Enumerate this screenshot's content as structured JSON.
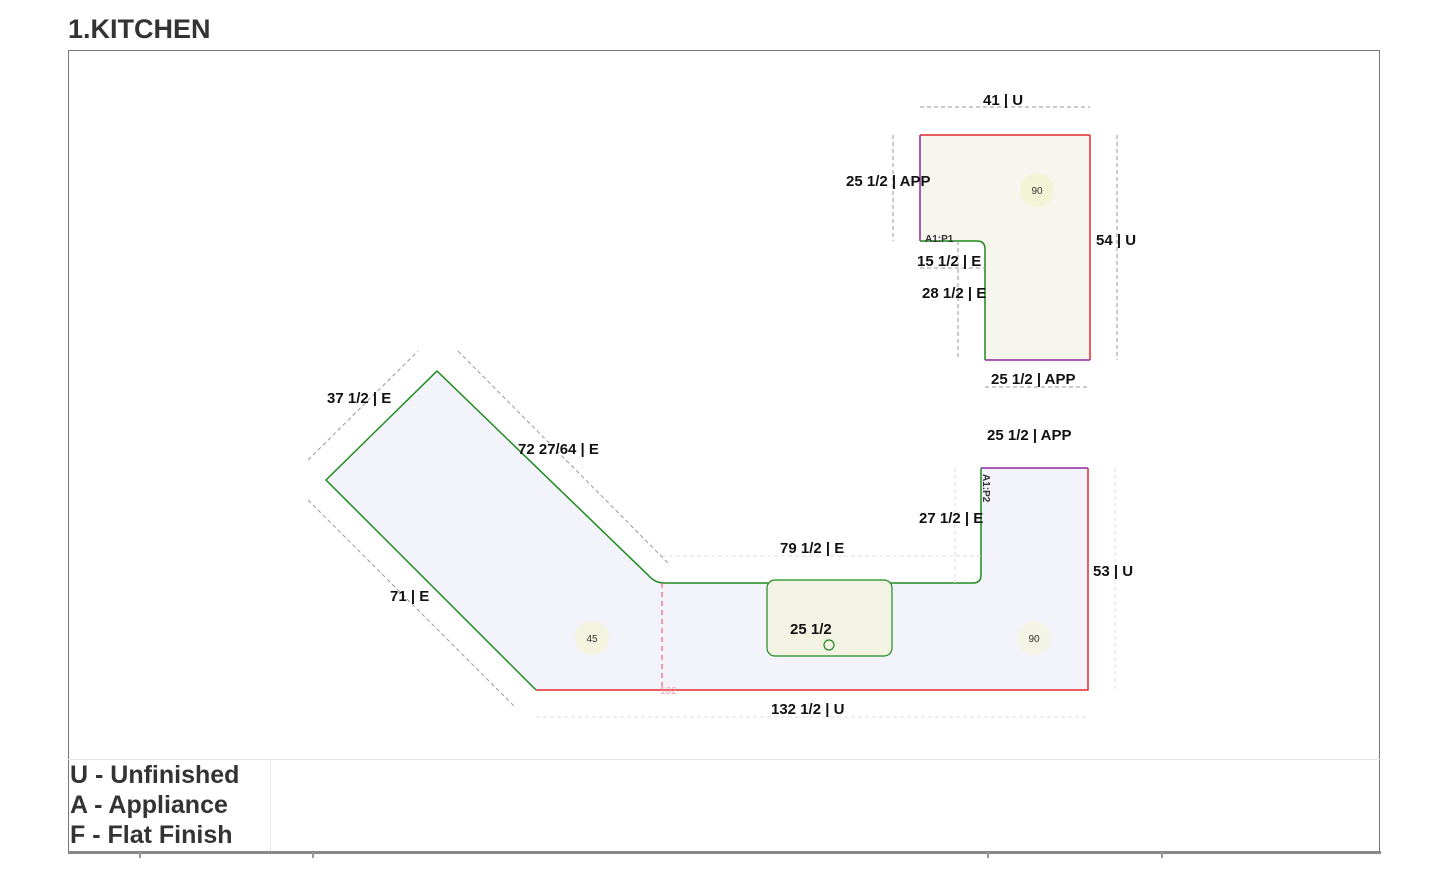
{
  "title": "1.KITCHEN",
  "legend": [
    "U - Unfinished",
    "A - Appliance",
    "F - Flat Finish"
  ],
  "colors": {
    "unfinished_edge": "#e0282e",
    "appliance_edge": "#8b2a9a",
    "finished_edge": "#1f8a1f",
    "piece1_fill": "#f6f6ef",
    "piece2_fill": "#f3f4fb"
  },
  "piece1": {
    "id": "A1:P1",
    "angle": "90",
    "dims": {
      "top": "41 | U",
      "left": "25 1/2 | APP",
      "right": "54 | U",
      "notch_h": "15 1/2 | E",
      "notch_v": "28 1/2 | E",
      "bottom": "25 1/2 | APP"
    }
  },
  "piece2": {
    "id": "A1:P2",
    "angle_left": "45",
    "angle_right": "90",
    "seam": "102",
    "sink": "25 1/2",
    "dims": {
      "top_right": "25 1/2 | APP",
      "diag_short": "37 1/2 | E",
      "diag_long": "72 27/64 | E",
      "back": "79 1/2 | E",
      "return": "27 1/2 | E",
      "right": "53 | U",
      "diag_front": "71 | E",
      "front": "132 1/2 | U"
    }
  }
}
